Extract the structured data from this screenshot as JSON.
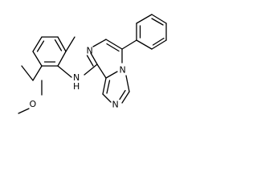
{
  "molecule": {
    "atoms": {
      "n_pyrazine": "N",
      "n_bridge": "N",
      "n_imidazole": "N",
      "n_amine": "N",
      "h_amine": "H",
      "o_methoxy": "O"
    },
    "colors": {
      "bond": "#000000",
      "label": "#000000",
      "background": "#ffffff"
    }
  }
}
